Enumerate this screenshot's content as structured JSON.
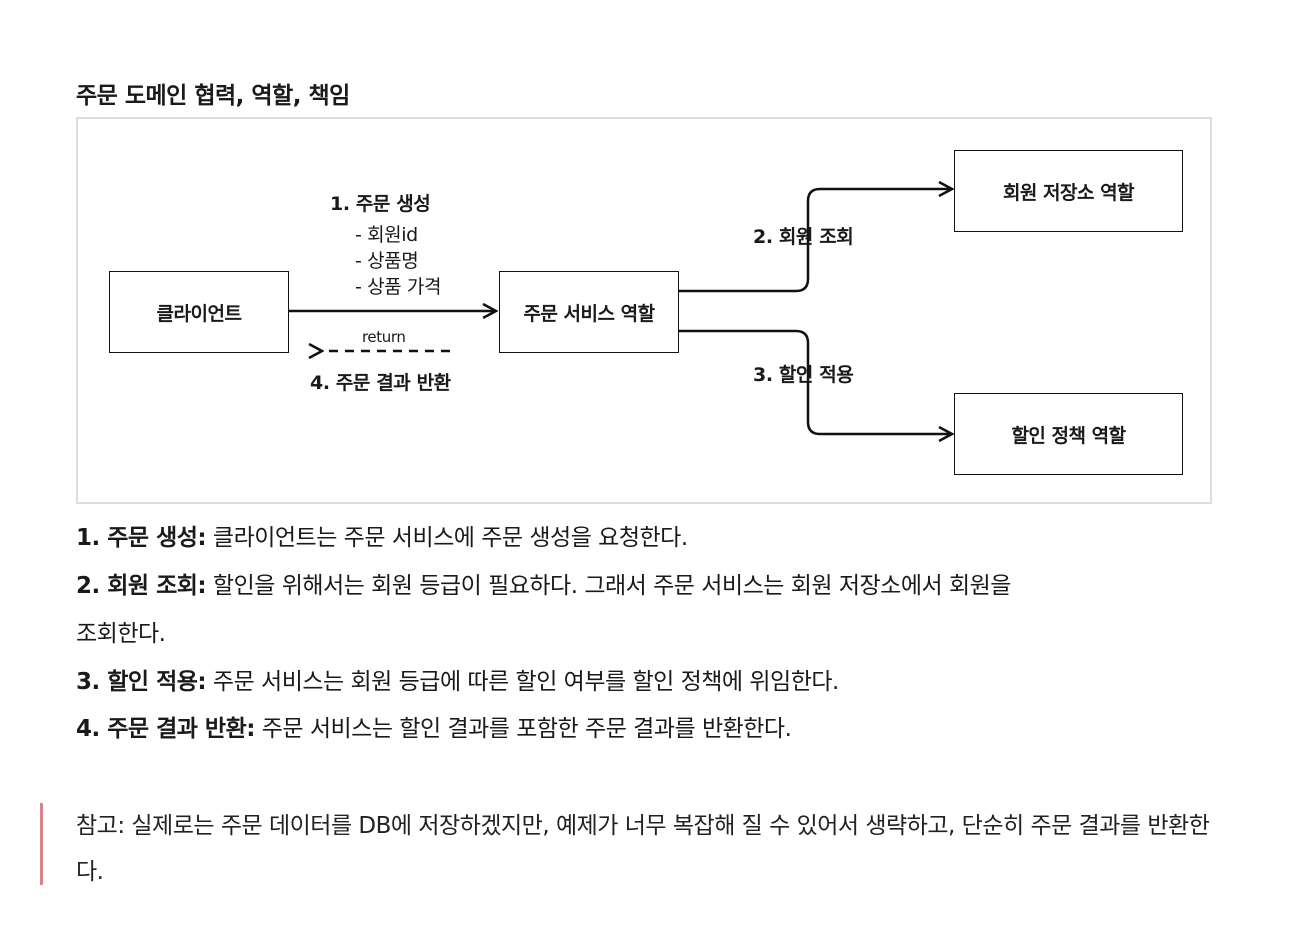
{
  "heading": "주문 도메인 협력, 역할, 책임",
  "diagram": {
    "client": "클라이언트",
    "order_service": "주문 서비스 역할",
    "member_repository": "회원 저장소 역할",
    "discount_policy": "할인 정책 역할",
    "create_order": "1. 주문 생성",
    "params": [
      "- 회원id",
      "- 상품명",
      "- 상품 가격"
    ],
    "return_label": "return",
    "return_result": "4. 주문 결과 반환",
    "member_lookup": "2. 회원 조회",
    "apply_discount": "3. 할인 적용"
  },
  "descriptions": [
    {
      "key": "1. 주문 생성:",
      "text": " 클라이언트는 주문 서비스에 주문 생성을 요청한다."
    },
    {
      "key": "2. 회원 조회:",
      "text": " 할인을 위해서는 회원 등급이 필요하다. 그래서 주문 서비스는 회원 저장소에서 회원을",
      "cont": "조회한다."
    },
    {
      "key": "3. 할인 적용:",
      "text": " 주문 서비스는 회원 등급에 따른 할인 여부를 할인 정책에 위임한다."
    },
    {
      "key": "4. 주문 결과 반환:",
      "text": " 주문 서비스는 할인 결과를 포함한 주문 결과를 반환한다."
    }
  ],
  "note": "참고: 실제로는 주문 데이터를 DB에 저장하겠지만, 예제가 너무 복잡해 질 수 있어서 생략하고, 단순히 주문 결과를 반환한다.",
  "colors": {
    "note_bar": "#d9838a",
    "figure_border": "#dddddd"
  }
}
